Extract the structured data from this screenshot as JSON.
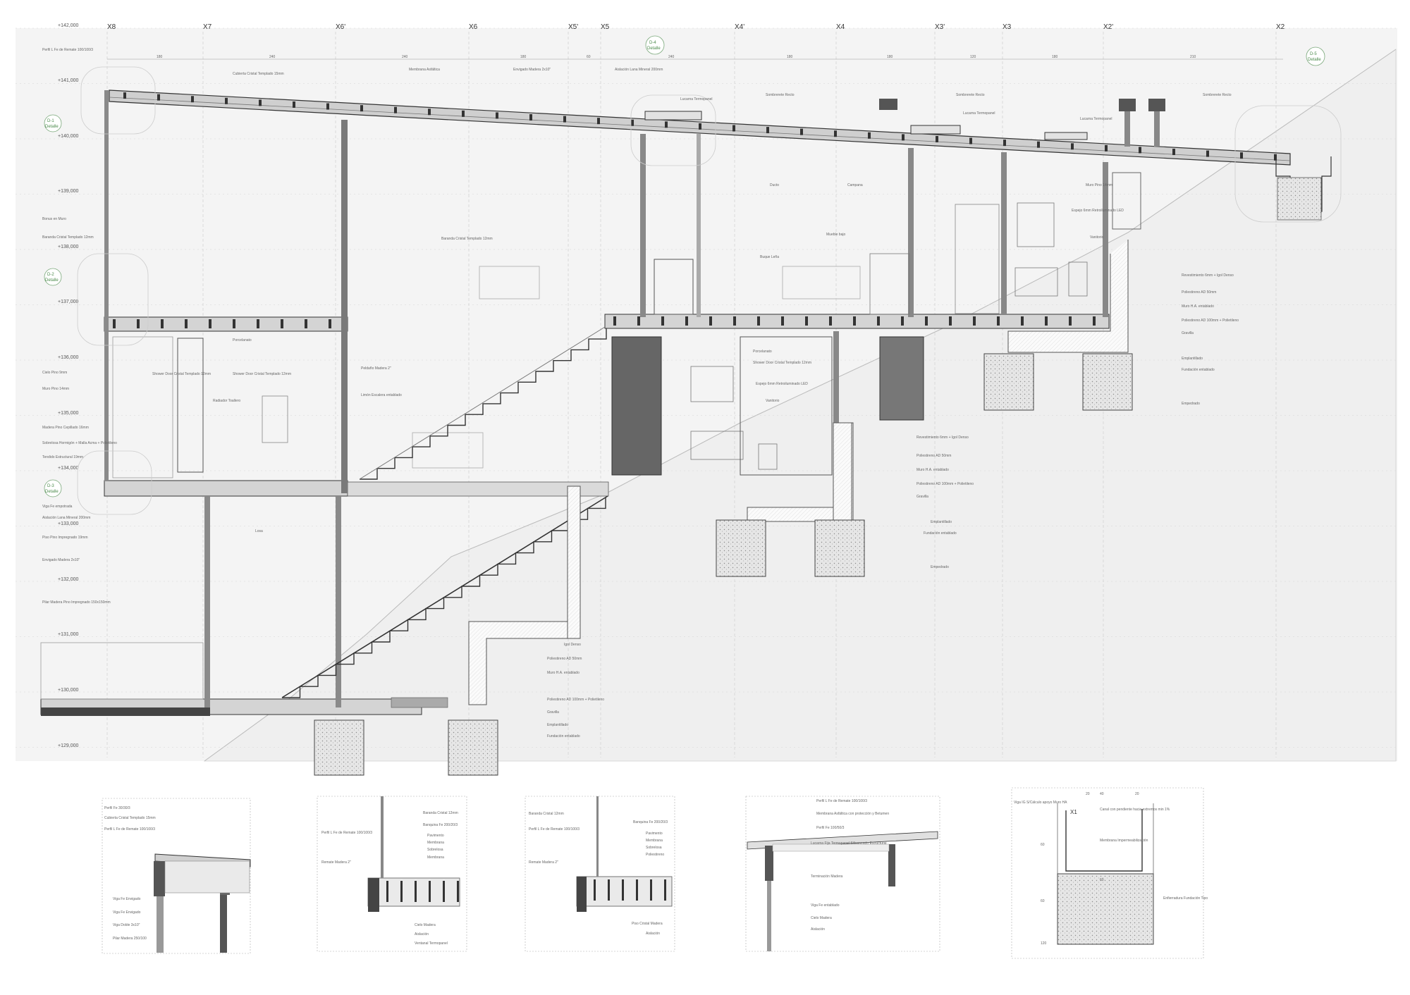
{
  "grid_axes": [
    "X8",
    "X7",
    "X6'",
    "X6",
    "X5'",
    "X5",
    "X4'",
    "X4",
    "X3'",
    "X3",
    "X2'",
    "X2",
    "X1"
  ],
  "dimensions": [
    "180",
    "240",
    "240",
    "180",
    "60",
    "240",
    "180",
    "180",
    "120",
    "180",
    "210"
  ],
  "levels": [
    "+142,000",
    "+141,000",
    "+140,000",
    "+139,000",
    "+138,000",
    "+137,000",
    "+136,000",
    "+135,000",
    "+134,000",
    "+133,000",
    "+132,000",
    "+131,000",
    "+130,000",
    "+129,000"
  ],
  "detail_markers": [
    {
      "code": "D-1",
      "label": "Detalle"
    },
    {
      "code": "D-2",
      "label": "Detalle"
    },
    {
      "code": "D-3",
      "label": "Detalle"
    },
    {
      "code": "D-4",
      "label": "Detalle"
    },
    {
      "code": "D-5",
      "label": "Detalle"
    }
  ],
  "left_notes": [
    "Perfil L Fe de Remate 100/100/3",
    "Bonus en Muro",
    "Baranda Cristal Templado 12mm",
    "Cielo Pino 9mm",
    "Muro Pino 14mm",
    "Madera Pino Cepillado 16mm",
    "Sobrelosa Hormigón + Malla Acma + Polietileno",
    "Tendido Estructural 19mm",
    "Viga Fe empotrada",
    "Aislación Lana Mineral 200mm",
    "Piso Pino Impregnado 19mm",
    "Envigado Madera 2x10\"",
    "Pilar Madera Pino Impregnado 150x150mm"
  ],
  "top_notes": [
    "Cubierta Cristal Templado 15mm",
    "Membrana Asfáltica",
    "Envigado Madera 2x10\"",
    "Aislación Lana Mineral 200mm",
    "Lucarna Termopanel",
    "Sombrerete Recto",
    "Sombrerete Recto",
    "Lucarna Termopanel",
    "Lucarna Termopanel",
    "Sombrerete Recto"
  ],
  "room_notes": [
    "Ducto",
    "Campana",
    "Muro Pino 14mm",
    "Espejo 6mm Retroiluminado LED",
    "Vanitorio",
    "Mueble bajo",
    "Baranda Cristal Templado 12mm",
    "Buque Leña",
    "Porcelanato",
    "Shower Door Cristal Templado 12mm",
    "Shower Door Cristal Templado 12mm",
    "Radiador Toallero",
    "Peldaño Madera 2\"",
    "Limón Escalera entablado",
    "Porcelanato",
    "Shower Door Cristal Templado 12mm",
    "Espejo 6mm Retroiluminado LED",
    "Vanitorio",
    "Losa"
  ],
  "right_notes": [
    "Revestimiento 6mm + Igol Denso",
    "Poliestireno AD 50mm",
    "Muro H.A. entablado",
    "Poliestireno AD 100mm + Polietileno",
    "Gravilla",
    "Emplantillado",
    "Fundación entablado",
    "Empedrado",
    "Revestimiento 6mm + Igol Denso",
    "Poliestireno AD 50mm",
    "Muro H.A. entablado",
    "Poliestireno AD 100mm + Polietileno",
    "Gravilla",
    "Emplantillado",
    "Fundación entablado",
    "Empedrado",
    "Igol Denso",
    "Poliestireno AD 50mm",
    "Muro H.A. entablado",
    "Poliestireno AD 100mm + Polietileno",
    "Gravilla",
    "Emplantillado",
    "Fundación entablado"
  ],
  "details": [
    {
      "notes": [
        "Perfil Fe 30/30/3",
        "Cubierta Cristal Templado 15mm",
        "Perfil L Fe de Remate 100/100/3",
        "Viga Fe Envigado",
        "Viga Fe Envigado",
        "Viga Doble 3x10\"",
        "Pilar Madera 250/100"
      ]
    },
    {
      "notes": [
        "Baranda Cristal 12mm",
        "Banquina Fe 200/20/3",
        "Perfil L Fe de Remate 100/100/3",
        "Pavimento",
        "Membrana",
        "Sobrelosa",
        "Membrana",
        "Remate Madera 2\"",
        "Cielo Madera",
        "Aislación",
        "Ventanal Termopanel"
      ]
    },
    {
      "notes": [
        "Baranda Cristal 12mm",
        "Banquina Fe 200/20/3",
        "Perfil L Fe de Remate 100/100/3",
        "Pavimento",
        "Membrana",
        "Sobrelosa",
        "Poliestireno",
        "Remate Madera 2\"",
        "Piso Cristal Madera",
        "Aislación"
      ]
    },
    {
      "notes": [
        "Perfil L Fe de Remate 100/100/3",
        "Membrana Asfáltica con protección y Betumen",
        "Perfil Fe 100/50/3",
        "Lucarna Fija Termopanel Siliconeado Estructural",
        "Terminación Madera",
        "Viga Fe entablado",
        "Cielo Madera",
        "Aislación"
      ]
    },
    {
      "code": "X1",
      "notes": [
        "Viga IG S/Cálculo apoyo Muro HA",
        "Canal con pendiente hacia extremos min 1%",
        "Membrana Impermeabilización",
        "Enfierradura Fundación Tipo"
      ],
      "dims": [
        "20",
        "40",
        "20",
        "60",
        "60",
        "60",
        "120"
      ]
    }
  ]
}
